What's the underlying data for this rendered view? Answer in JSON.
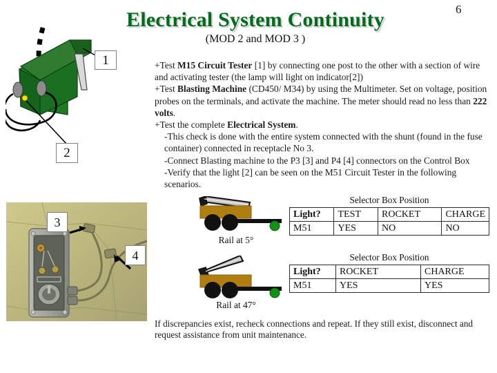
{
  "page": {
    "number": "6",
    "title": "Electrical System Continuity",
    "subtitle": "(MOD 2 and MOD 3 )",
    "title_color": "#046A1E"
  },
  "body": {
    "line1_pre": "+Test ",
    "line1_bold": "M15 Circuit Tester",
    "line1_post": " [1] by connecting one post to the other with a section of wire and activating tester (the lamp will light on indicator[2])",
    "line2_pre": "+Test ",
    "line2_bold": "Blasting Machine",
    "line2_mid": " (CD450/ M34) by using the Multimeter.  Set on voltage, position probes on the terminals, and activate the machine.  The meter should read no less than ",
    "line2_bold2": "222 volts",
    "line2_post": ".",
    "line3_pre": "+Test the complete ",
    "line3_bold": "Electrical System",
    "line3_post": ".",
    "sub1": "-This check is done with the entire system connected with the shunt (found in the fuse container) connected in receptacle No 3.",
    "sub2": "-Connect Blasting machine to the P3 [3] and P4 [4] connectors on the Control Box",
    "sub3": "-Verify that the light [2] can be seen on the M51 Circuit Tester in the following scenarios."
  },
  "callouts": {
    "one": "1",
    "two": "2",
    "three": "3",
    "four": "4"
  },
  "launchers": [
    {
      "caption": "Rail at 5°"
    },
    {
      "caption": "Rail at 47°"
    }
  ],
  "tables": [
    {
      "title": "Selector Box Position",
      "headers": [
        "Light?",
        "TEST",
        "ROCKET",
        "CHARGE"
      ],
      "rows": [
        [
          "M51",
          "YES",
          "NO",
          "NO"
        ]
      ]
    },
    {
      "title": "Selector Box Position",
      "headers": [
        "Light?",
        "ROCKET",
        "CHARGE"
      ],
      "rows": [
        [
          "M51",
          "YES",
          "YES"
        ]
      ]
    }
  ],
  "closing_note": "If discrepancies exist, recheck connections and repeat.  If they still exist, disconnect and request assistance from unit maintenance.",
  "colors": {
    "tester_green_top": "#2F7B2F",
    "tester_green_side": "#15641B",
    "tester_green_face": "#1E7A23",
    "rail_gray": "#C4C4C4",
    "trailer_brown": "#B07E10",
    "indicator_green": "#149014",
    "indicator_yellow": "#FFE000"
  },
  "icons": {
    "dashed_arc": "dashed-arc-icon",
    "wire_loop": "wire-loop-icon",
    "pointer_arrow": "pointer-arrow-icon"
  }
}
